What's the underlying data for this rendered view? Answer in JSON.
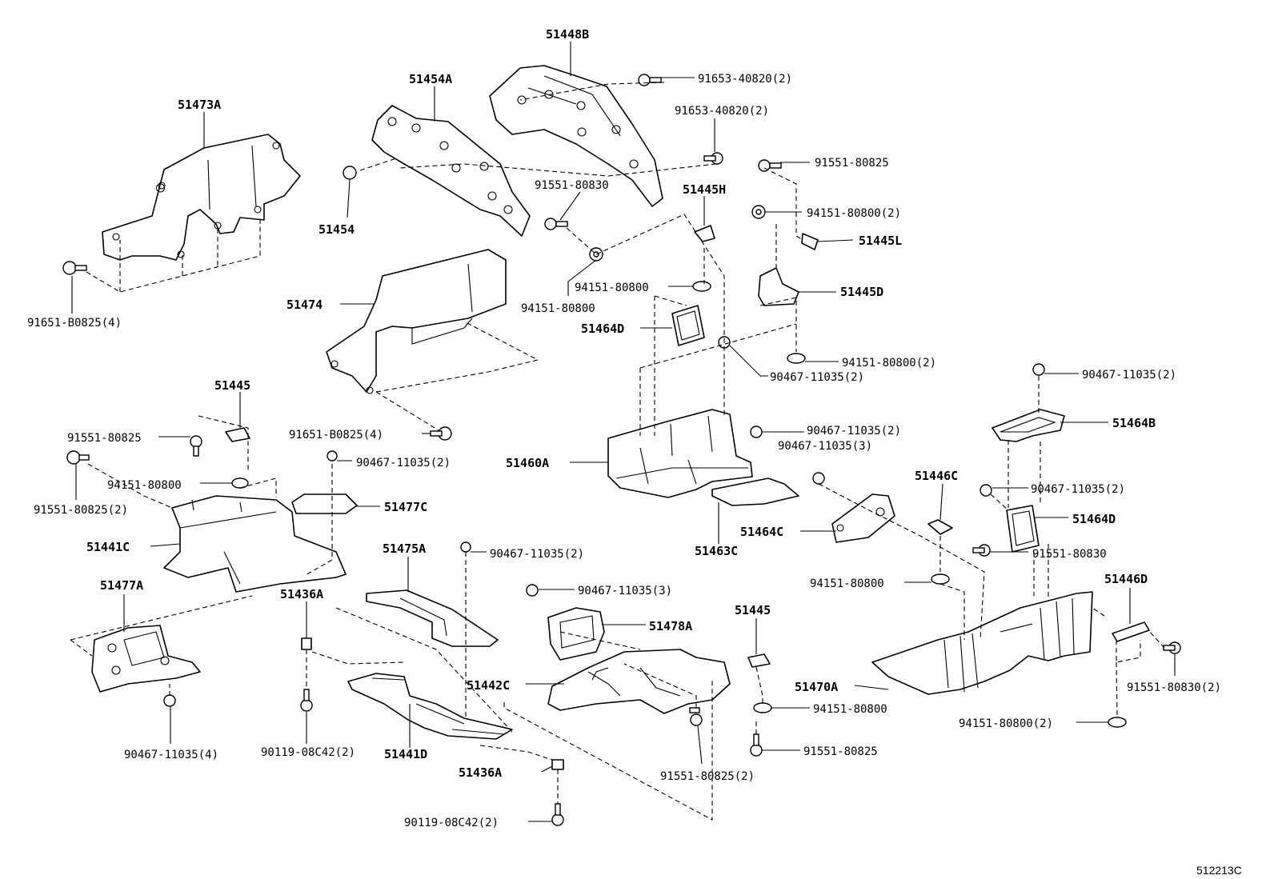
{
  "figure_id": "512213C",
  "labels": {
    "p51473A": "51473A",
    "p51454A": "51454A",
    "p51448B": "51448B",
    "p51454": "51454",
    "p51474": "51474",
    "p51445H": "51445H",
    "p51445L": "51445L",
    "p51445D": "51445D",
    "p51464D_top": "51464D",
    "p51445_left": "51445",
    "p51460A": "51460A",
    "p51477C": "51477C",
    "p51441C": "51441C",
    "p51464B": "51464B",
    "p51446C": "51446C",
    "p51464C": "51464C",
    "p51463C": "51463C",
    "p51464D_right": "51464D",
    "p51475A": "51475A",
    "p51477A": "51477A",
    "p51436A_top": "51436A",
    "p51446D": "51446D",
    "p51478A": "51478A",
    "p51445_mid": "51445",
    "p51442C": "51442C",
    "p51470A": "51470A",
    "p51441D": "51441D",
    "p51436A_bot": "51436A",
    "h_91653_1": "91653-40820(2)",
    "h_91653_2": "91653-40820(2)",
    "h_91551_80825_tr": "91551-80825",
    "h_91551_80830_top": "91551-80830",
    "h_94151_80800_2_tr": "94151-80800(2)",
    "h_94151_80800_mid": "94151-80800",
    "h_91651_B0825_tl": "91651-B0825(4)",
    "h_94151_80800_2_r2": "94151-80800(2)",
    "h_90467_11035_2_a": "90467-11035(2)",
    "h_90467_11035_2_r": "90467-11035(2)",
    "h_91551_80825_l": "91551-80825",
    "h_91651_B0825_mid": "91651-B0825(4)",
    "h_90467_11035_2_b": "90467-11035(2)",
    "h_90467_11035_3_a": "90467-11035(3)",
    "h_91551_80825_2_l": "91551-80825(2)",
    "h_94151_80800_l": "94151-80800",
    "h_90467_11035_2_c": "90467-11035(2)",
    "h_90467_11035_2_d": "90467-11035(2)",
    "h_91551_80830_r": "91551-80830",
    "h_90467_11035_3_b": "90467-11035(3)",
    "h_94151_80800_r": "94151-80800",
    "h_91551_80830_2": "91551-80830(2)",
    "h_90467_11035_4": "90467-11035(4)",
    "h_90119_08C42_2_a": "90119-08C42(2)",
    "h_94151_80800_b": "94151-80800",
    "h_91551_80825_2_b": "91551-80825(2)",
    "h_91551_80825_b": "91551-80825",
    "h_94151_80800_2_b": "94151-80800(2)",
    "h_90119_08C42_2_b": "90119-08C42(2)"
  }
}
